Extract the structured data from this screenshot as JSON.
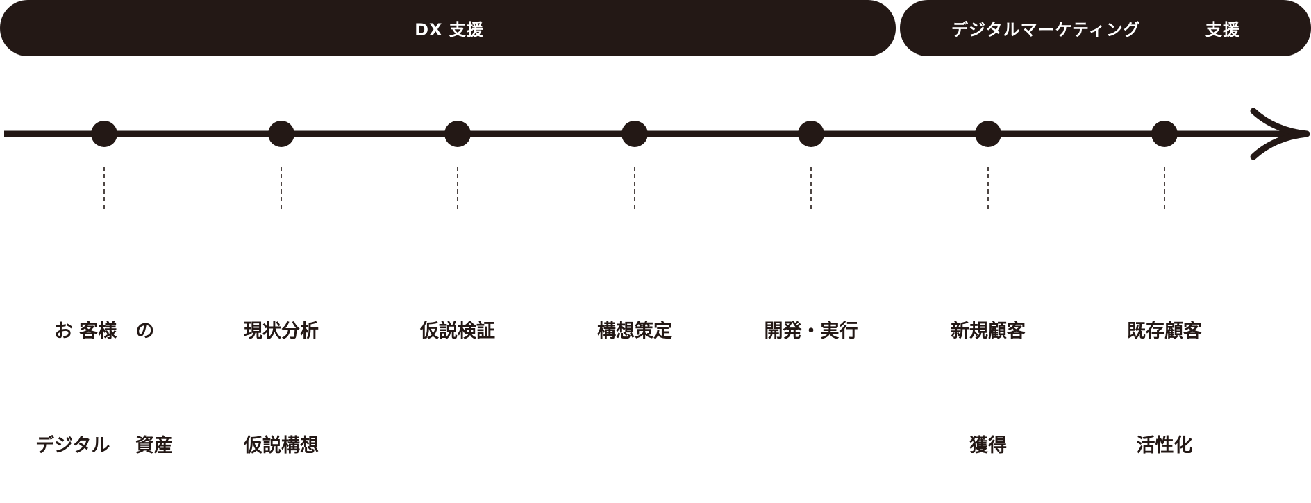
{
  "banners": {
    "dx_support": "DX 支援",
    "digital_marketing": "デジタルマーケティング",
    "digital_marketing_support": "支援"
  },
  "steps": [
    {
      "line1": "お 客様　の",
      "line2": "デジタル　 資産"
    },
    {
      "line1": "現状分析",
      "line2": "仮説構想"
    },
    {
      "line1": "仮説検証",
      "line2": ""
    },
    {
      "line1": "構想策定",
      "line2": ""
    },
    {
      "line1": "開発・実行",
      "line2": ""
    },
    {
      "line1": "新規顧客",
      "line2": "獲得"
    },
    {
      "line1": "既存顧客",
      "line2": "活性化"
    }
  ],
  "colors": {
    "ink": "#231815",
    "background": "#ffffff",
    "banner_text": "#ffffff"
  }
}
